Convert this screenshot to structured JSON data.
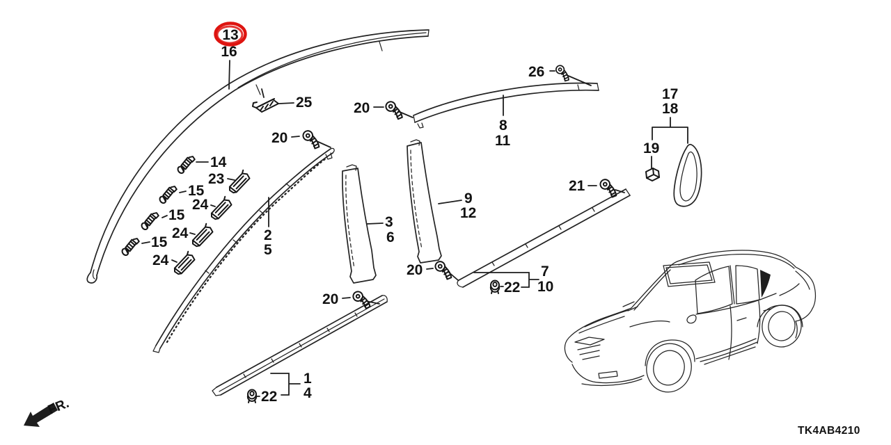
{
  "diagram": {
    "code": "TK4AB4210",
    "direction_label": "FR.",
    "highlight_color": "#de1410",
    "line_color": "#232323",
    "background_color": "#ffffff",
    "highlighted_callout": "13",
    "callouts": {
      "c1": "1",
      "c2": "2",
      "c3": "3",
      "c4": "4",
      "c5": "5",
      "c6": "6",
      "c7": "7",
      "c8": "8",
      "c9": "9",
      "c10": "10",
      "c11": "11",
      "c12": "12",
      "c13": "13",
      "c14": "14",
      "c15": "15",
      "c16": "16",
      "c17": "17",
      "c18": "18",
      "c19": "19",
      "c20": "20",
      "c21": "21",
      "c22": "22",
      "c23": "23",
      "c24": "24",
      "c25": "25",
      "c26": "26"
    }
  }
}
